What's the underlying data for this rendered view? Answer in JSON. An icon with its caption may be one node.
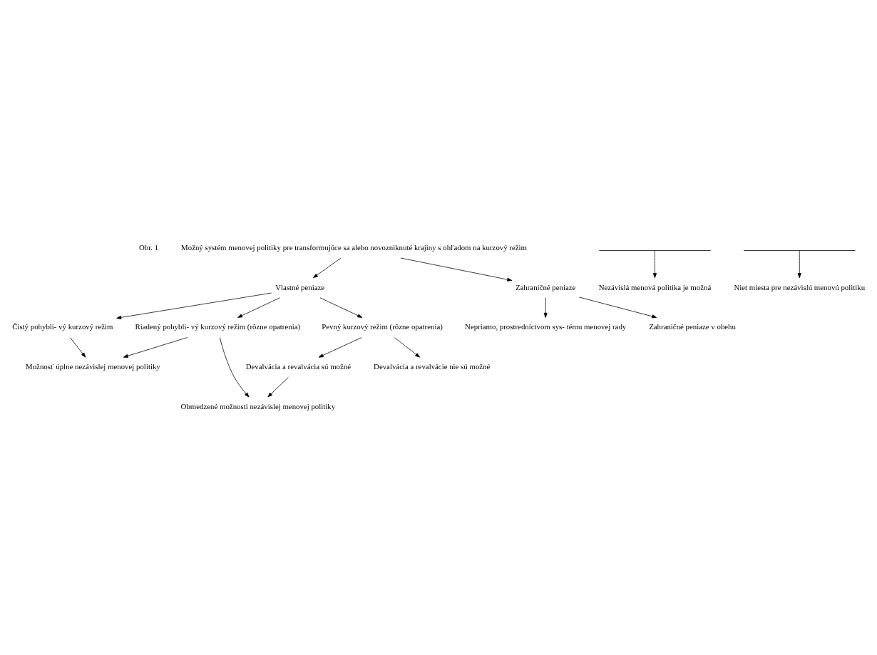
{
  "diagram": {
    "nodes": [
      {
        "text": [
          "Možný systém menovej politiky pre transformujúce sa alebo novozniknuté krajiny s ohľadom na kurzový režim"
        ]
      },
      {
        "text": [
          "Vlastné peniaze"
        ]
      },
      {
        "text": [
          "Zahraničné peniaze"
        ]
      },
      {
        "text": [
          "Čistý pohybli- vý kurzový režim"
        ]
      },
      {
        "text": [
          "Riadený pohybli- vý kurzový režim (rôzne opatrenia)"
        ]
      },
      {
        "text": [
          "Pevný kurzový režim (rôzne opatrenia)"
        ]
      },
      {
        "text": [
          "Nepriamo, prostredníctvom sys- tému menovej rady"
        ]
      },
      {
        "text": [
          "Zahraničné peniaze v obehu"
        ]
      },
      {
        "text": [
          "Možnosť úplne nezávislej menovej politiky"
        ]
      },
      {
        "text": [
          "Devalvácia a revalvácia sú možné"
        ]
      },
      {
        "text": [
          "Devalvácia a revalvácie nie sú možné"
        ]
      },
      {
        "text": [
          "Obmedzené možnosti nezávislej menovej politiky"
        ]
      },
      {
        "text": [
          "Nezávislá menová politika je možná"
        ]
      },
      {
        "text": [
          "Niet miesta pre nezávislú menovú politiku"
        ]
      }
    ],
    "edges": [
      {
        "from": 0,
        "to": 1,
        "arrow": "to"
      },
      {
        "from": 0,
        "to": 2,
        "arrow": "to"
      },
      {
        "from": 1,
        "to": 3,
        "arrow": "to"
      },
      {
        "from": 1,
        "to": 4,
        "arrow": "to"
      },
      {
        "from": 1,
        "to": 5,
        "arrow": "to"
      },
      {
        "from": 2,
        "to": 6,
        "arrow": "to"
      },
      {
        "from": 2,
        "to": 7,
        "arrow": "to"
      },
      {
        "from": 3,
        "to": 8,
        "arrow": "to"
      },
      {
        "from": 4,
        "to": 8,
        "arrow": "to"
      },
      {
        "from": 4,
        "to": 11,
        "arrow": "to"
      },
      {
        "from": 5,
        "to": 9,
        "arrow": "to"
      },
      {
        "from": 5,
        "to": 10,
        "arrow": "to"
      },
      {
        "from": 9,
        "to": 11,
        "arrow": "to"
      },
      {
        "from": null,
        "to": 12,
        "arrow": "to"
      },
      {
        "from": null,
        "to": 13,
        "arrow": "to"
      }
    ],
    "labels": [
      "Obr. 1"
    ]
  }
}
